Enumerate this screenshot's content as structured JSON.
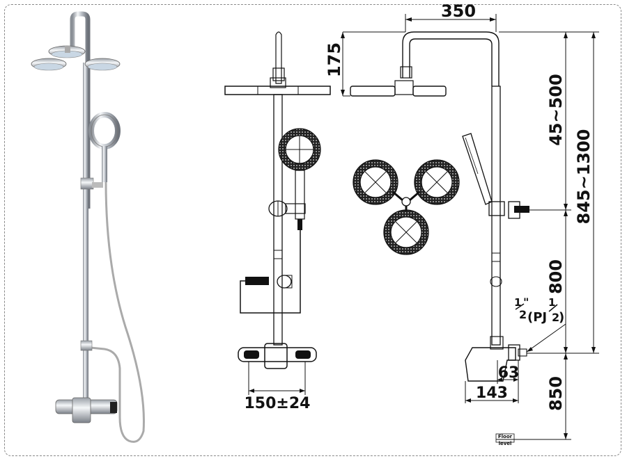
{
  "dimensions": {
    "width_top": "350",
    "arm_height": "175",
    "adjust_range": "45~500",
    "total_height": "845~1300",
    "mid_height": "800",
    "base_height": "850",
    "valve_spacing": "150±24",
    "depth_143": "143",
    "depth_63": "63",
    "thread_frac_num": "1",
    "thread_frac_den": "2",
    "thread_quote": "\"",
    "thread_paren": "(PJ",
    "thread_frac2_num": "1",
    "thread_frac2_den": "2",
    "thread_close": ")"
  },
  "floor_label_1": "Floor",
  "floor_label_2": "level"
}
